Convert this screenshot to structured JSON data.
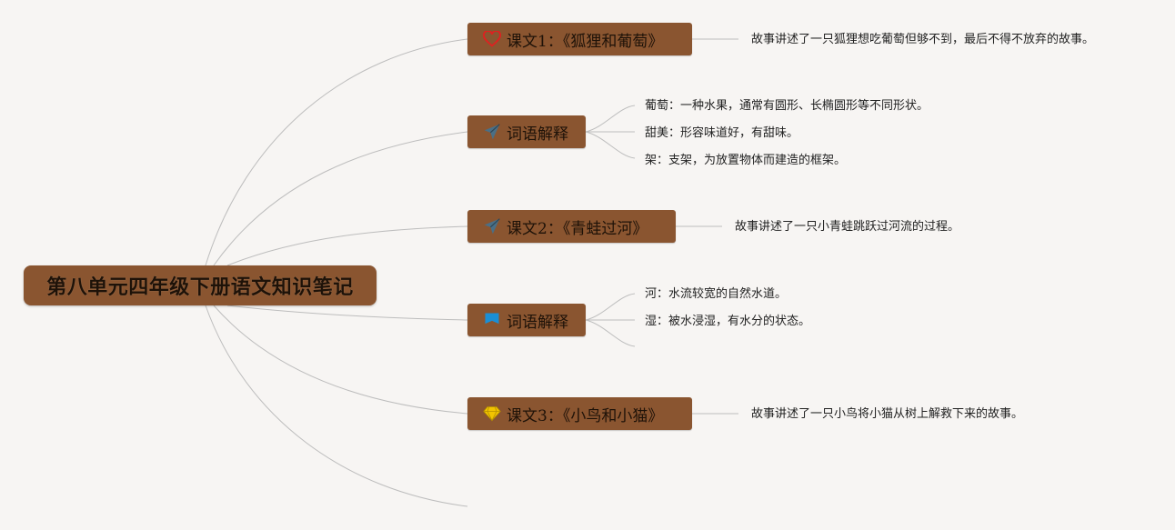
{
  "root": {
    "title": "第八单元四年级下册语文知识笔记"
  },
  "branches": [
    {
      "label": "课文1：《狐狸和葡萄》",
      "icon": "heart-icon",
      "icon_color": "#e02020",
      "leaves": [
        "故事讲述了一只狐狸想吃葡萄但够不到，最后不得不放弃的故事。"
      ]
    },
    {
      "label": "词语解释",
      "icon": "paper-plane-icon",
      "icon_color": "#4a6f86",
      "leaves": [
        "葡萄：一种水果，通常有圆形、长椭圆形等不同形状。",
        "甜美：形容味道好，有甜味。",
        "架：支架，为放置物体而建造的框架。"
      ]
    },
    {
      "label": "课文2：《青蛙过河》",
      "icon": "paper-plane-icon",
      "icon_color": "#4a6f86",
      "leaves": [
        "故事讲述了一只小青蛙跳跃过河流的过程。"
      ]
    },
    {
      "label": "词语解释",
      "icon": "flag-icon",
      "icon_color": "#1a8fd6",
      "leaves": [
        "河：水流较宽的自然水道。",
        "湿：被水浸湿，有水分的状态。"
      ]
    },
    {
      "label": "课文3：《小鸟和小猫》",
      "icon": "diamond-icon",
      "icon_color": "#f2c400",
      "leaves": [
        "故事讲述了一只小鸟将小猫从树上解救下来的故事。"
      ]
    }
  ]
}
